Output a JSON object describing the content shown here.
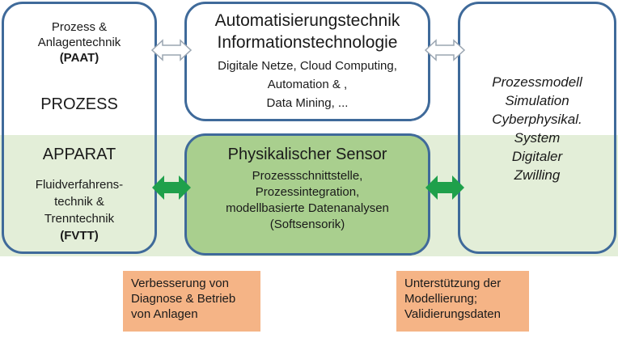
{
  "left": {
    "line1": "Prozess &",
    "line2": "Anlagentechnik",
    "abbr": "(PAAT)",
    "process": "PROZESS",
    "apparatus": "APPARAT",
    "fv1": "Fluidverfahrens-",
    "fv2": "technik &",
    "fv3": "Trenntechnik",
    "fv_abbr": "(FVTT)"
  },
  "top": {
    "title1": "Automatisierungstechnik",
    "title2": "Informationstechnologie",
    "line1": "Digitale Netze, Cloud Computing,",
    "line2": "Automation & ,",
    "line3": "Data Mining, ..."
  },
  "sensor": {
    "title": "Physikalischer Sensor",
    "line1": "Prozessschnittstelle,",
    "line2": "Prozessintegration,",
    "line3": "modellbasierte Datenanalysen",
    "line4": "(Softsensorik)"
  },
  "right": {
    "line1": "Prozessmodell",
    "line2": "Simulation",
    "line3": "Cyberphysikal.",
    "line4": "System",
    "line5": "Digitaler",
    "line6": "Zwilling"
  },
  "notes": {
    "left1": "Verbesserung von",
    "left2": "Diagnose & Betrieb",
    "left3": "von Anlagen",
    "right1": "Unterstützung der",
    "right2": "Modellierung;",
    "right3": "Validierungsdaten"
  },
  "colors": {
    "box_border": "#3f6a9a",
    "band": "#e3eed8",
    "sensor_fill": "#a9cf8e",
    "green_arrow": "#1fa04b",
    "note_fill": "#f5b486"
  }
}
